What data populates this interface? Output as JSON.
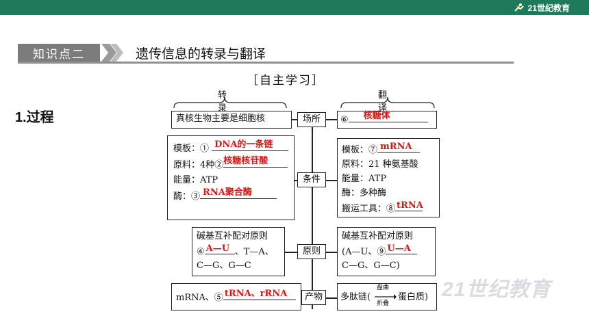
{
  "header": {
    "logo_text": "21世纪教育",
    "brand_color": "#1e7a5a"
  },
  "section": {
    "tag": "知识点二",
    "title": "遗传信息的转录与翻译"
  },
  "subtitle": "［自主学习］",
  "process_label": "1.过程",
  "diagram": {
    "left_label": "转录",
    "right_label": "翻译",
    "center": {
      "place": "场所",
      "conditions": "条件",
      "principle": "原则",
      "product": "产物"
    },
    "left_place": "真核生物主要是细胞核",
    "right_place": {
      "num": "⑥",
      "answer": "核糖体"
    },
    "left_conditions": {
      "template_label": "模板：①",
      "template_answer": "DNA的一条链",
      "material_label": "原料：4种②",
      "material_answer": "核糖核苷酸",
      "energy": "能量：ATP",
      "enzyme_label": "酶：③",
      "enzyme_answer": "RNA聚合酶"
    },
    "right_conditions": {
      "template_label": "模板：⑦",
      "template_answer": "mRNA",
      "material": "原料：21 种氨基酸",
      "energy": "能量：ATP",
      "enzyme": "酶：多种酶",
      "carrier_label": "搬运工具：⑧",
      "carrier_answer": "tRNA"
    },
    "left_principle": {
      "title": "碱基互补配对原则",
      "num": "④",
      "answer": "A—U",
      "rest": "、T—A、",
      "line3": "C—G、G—C"
    },
    "right_principle": {
      "title": "碱基互补配对原则",
      "prefix": "(A—U、⑨",
      "answer": "U—A",
      "line3": "C—G、G—C)"
    },
    "left_product": {
      "prefix": "mRNA、⑤",
      "answer": "tRNA、rRNA"
    },
    "right_product": {
      "prefix": "多肽链(",
      "top": "盘曲",
      "bottom": "折叠",
      "suffix": "蛋白质)"
    }
  },
  "watermark": "21世纪教育",
  "answer_color": "#d81818"
}
